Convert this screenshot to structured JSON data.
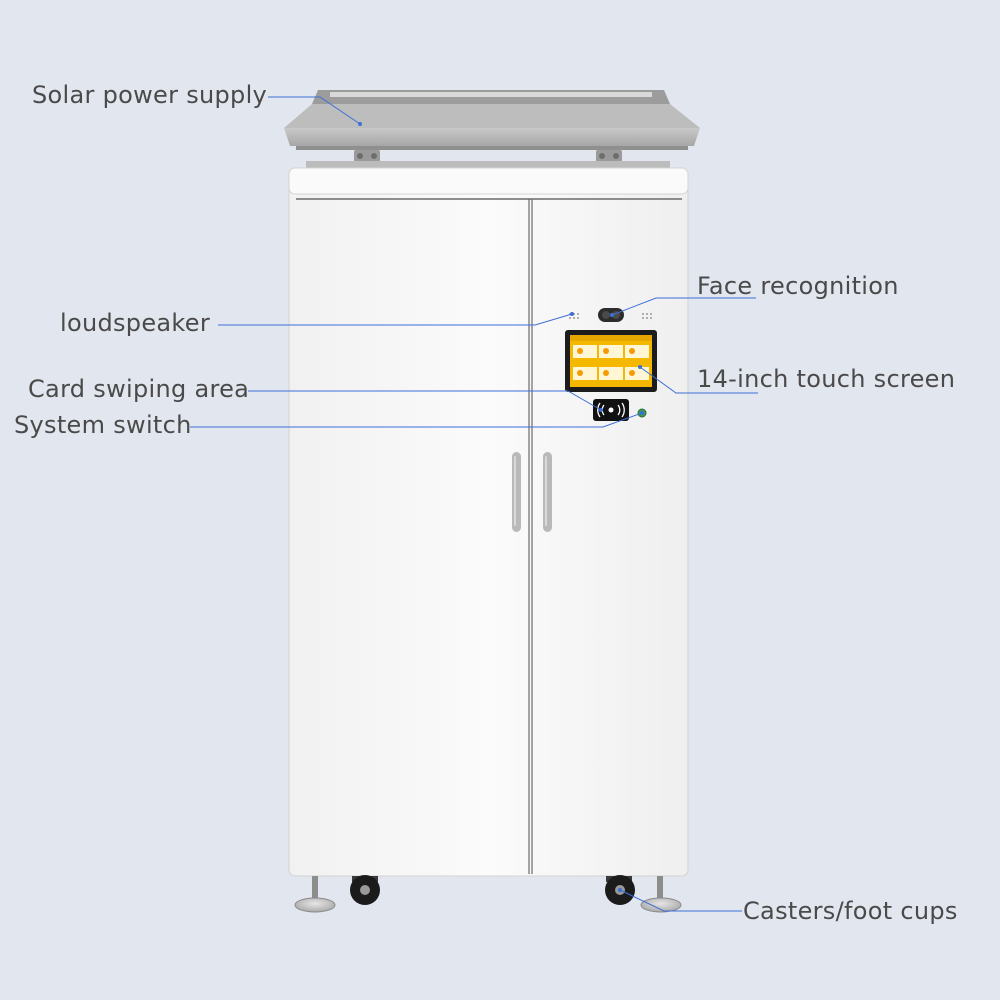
{
  "labels": {
    "solar": "Solar power supply",
    "loudspeaker": "loudspeaker",
    "card": "Card swiping area",
    "switch": "System switch",
    "face": "Face recognition",
    "screen": "14-inch touch screen",
    "casters": "Casters/foot cups"
  },
  "colors": {
    "background": "#e2e6ee",
    "leader_line": "#3d6fd6",
    "cabinet": "#f7f7f7",
    "screen_ui": "#f5b800"
  }
}
